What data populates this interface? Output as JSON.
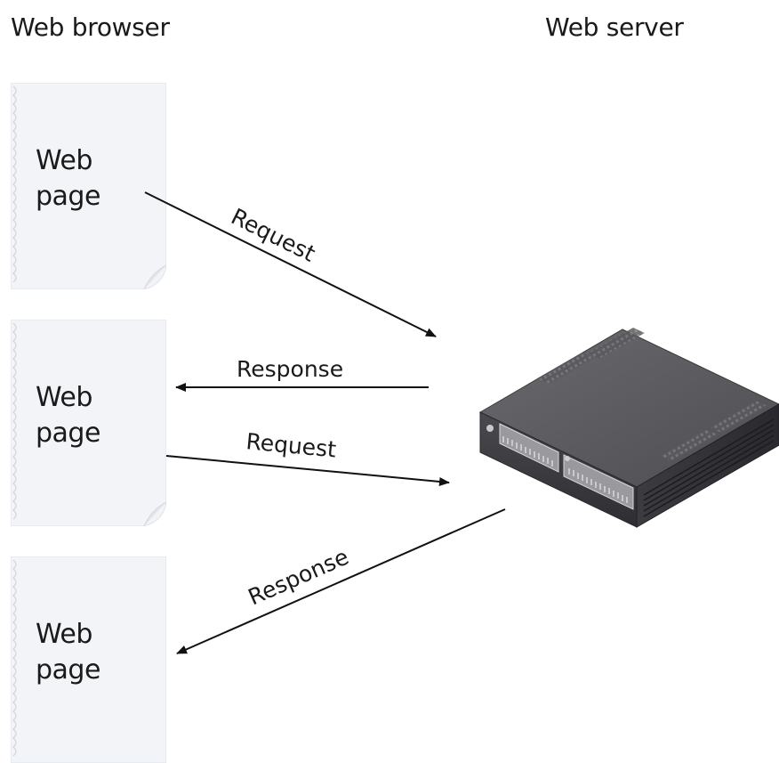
{
  "columns": {
    "browser_title": "Web browser",
    "server_title": "Web server"
  },
  "pages": [
    {
      "line1": "Web",
      "line2": "page"
    },
    {
      "line1": "Web",
      "line2": "page"
    },
    {
      "line1": "Web",
      "line2": "page"
    }
  ],
  "arrows": [
    {
      "label": "Request",
      "direction": "to-server"
    },
    {
      "label": "Response",
      "direction": "to-browser"
    },
    {
      "label": "Request",
      "direction": "to-server"
    },
    {
      "label": "Response",
      "direction": "to-browser"
    }
  ],
  "server": {
    "icon": "server-appliance-icon"
  },
  "colors": {
    "page_fill": "#f2f4f7",
    "page_edge": "#d3d8df",
    "server_top": "#5b5b5f",
    "server_front": "#3a3a3e",
    "arrow": "#111111"
  }
}
